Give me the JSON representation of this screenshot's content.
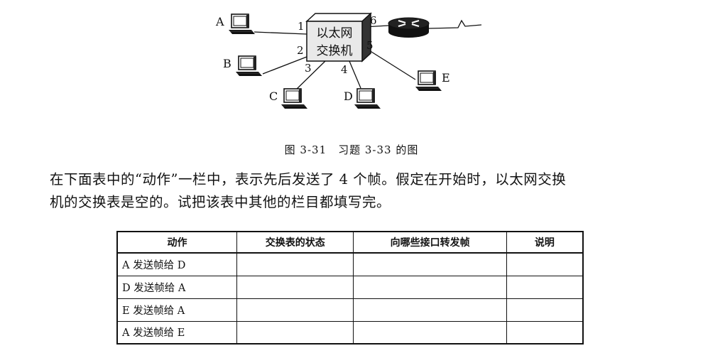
{
  "diagram": {
    "switch_label_line1": "以太网",
    "switch_label_line2": "交换机",
    "hosts": [
      "A",
      "B",
      "C",
      "D",
      "E"
    ],
    "ports": [
      "1",
      "2",
      "3",
      "4",
      "5",
      "6"
    ]
  },
  "caption": "图 3-31　习题 3-33 的图",
  "paragraph": {
    "line1": "在下面表中的“动作”一栏中，表示先后发送了 4 个帧。假定在开始时，以太网交换",
    "line2": "机的交换表是空的。试把该表中其他的栏目都填写完。"
  },
  "table": {
    "headers": [
      "动作",
      "交换表的状态",
      "向哪些接口转发帧",
      "说明"
    ],
    "rows": [
      [
        "A 发送帧给 D",
        "",
        "",
        ""
      ],
      [
        "D 发送帧给 A",
        "",
        "",
        ""
      ],
      [
        "E 发送帧给 A",
        "",
        "",
        ""
      ],
      [
        "A 发送帧给 E",
        "",
        "",
        ""
      ]
    ]
  }
}
